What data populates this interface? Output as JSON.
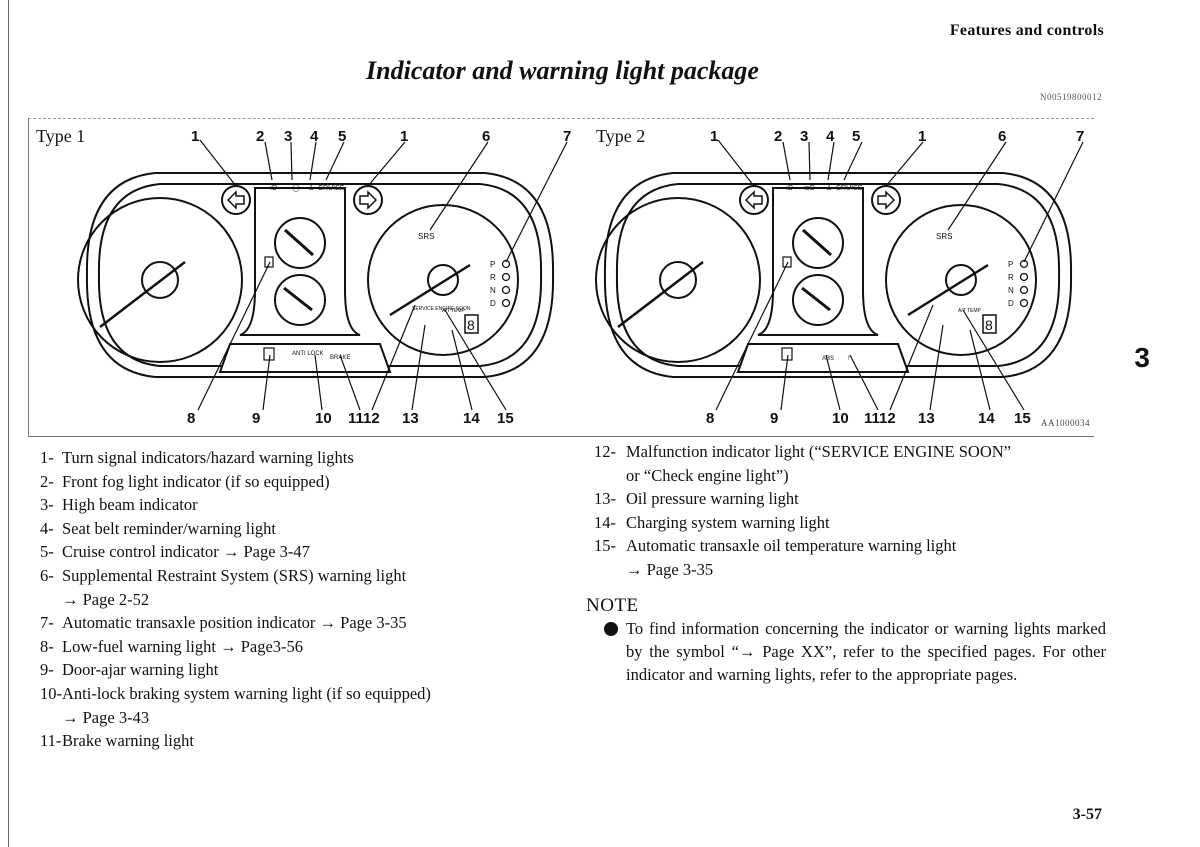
{
  "header": {
    "section": "Features and controls",
    "title": "Indicator and warning light package",
    "doc_id": "N00519800012",
    "chapter_tab": "3",
    "page_number": "3-57"
  },
  "figure": {
    "code": "AA1000034",
    "type1_label": "Type 1",
    "type2_label": "Type 2",
    "callouts_top": [
      "1",
      "2",
      "3",
      "4",
      "5",
      "1",
      "6",
      "7"
    ],
    "callouts_bottom": [
      "8",
      "9",
      "10",
      "1112",
      "13",
      "14",
      "15"
    ],
    "type1_labels": {
      "cruise": "CRUISE",
      "srs": "SRS",
      "gears": [
        "P",
        "R",
        "N",
        "D"
      ],
      "anti_lock": "ANTI LOCK",
      "brake": "BRAKE",
      "service": "SERVICE ENGINE SOON",
      "at_temp": "A/T TEMP",
      "digit": "8"
    },
    "type2_labels": {
      "cruise": "CRUISE",
      "srs": "SRS",
      "gears": [
        "P",
        "R",
        "N",
        "D"
      ],
      "abs": "ABS",
      "brake": "!",
      "at_temp": "A/T TEMP",
      "digit": "8"
    }
  },
  "legend_left": [
    {
      "num": "1-",
      "text": "Turn signal indicators/hazard warning lights"
    },
    {
      "num": "2-",
      "text": "Front fog light indicator (if so equipped)"
    },
    {
      "num": "3-",
      "text": "High beam indicator"
    },
    {
      "num": "4-",
      "text": "Seat belt reminder/warning light"
    },
    {
      "num": "5-",
      "text": "Cruise control indicator → Page 3-47"
    },
    {
      "num": "6-",
      "text": "Supplemental Restraint System (SRS) warning light",
      "cont": "→ Page 2-52"
    },
    {
      "num": "7-",
      "text": "Automatic transaxle position indicator → Page 3-35"
    },
    {
      "num": "8-",
      "text": "Low-fuel warning light → Page3-56"
    },
    {
      "num": "9-",
      "text": "Door-ajar warning light"
    },
    {
      "num": "10-",
      "text": "Anti-lock braking system warning light (if so equipped)",
      "cont": "→ Page 3-43"
    },
    {
      "num": "11-",
      "text": "Brake warning light"
    }
  ],
  "legend_right": [
    {
      "num": "12-",
      "text": "Malfunction indicator light (“SERVICE ENGINE SOON”",
      "cont": "or “Check engine light”)"
    },
    {
      "num": "13-",
      "text": "Oil pressure warning light"
    },
    {
      "num": "14-",
      "text": "Charging system warning light"
    },
    {
      "num": "15-",
      "text": "Automatic transaxle oil temperature warning light",
      "cont": "→ Page 3-35"
    }
  ],
  "note": {
    "heading": "NOTE",
    "text": "To find information concerning the indicator or warning lights marked by the symbol “→ Page XX”, refer to the specified pages. For other indicator and warning lights, refer to the appropriate pages."
  }
}
